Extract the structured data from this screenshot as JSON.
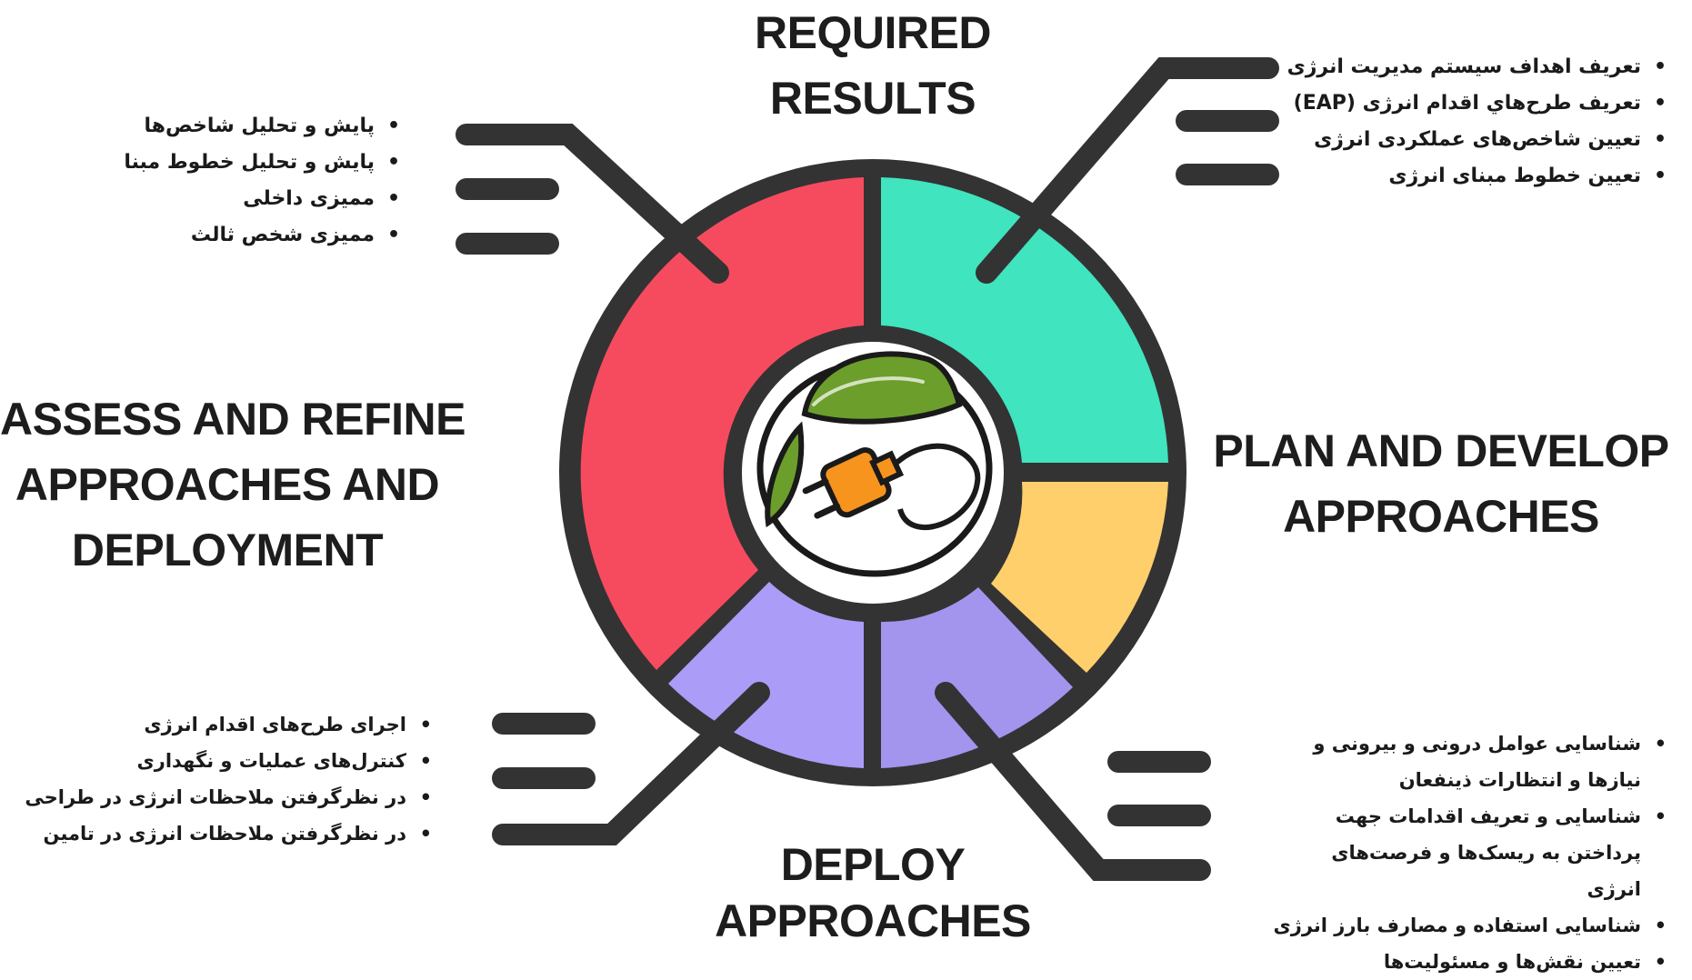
{
  "segments": {
    "required_results": {
      "title_lines": [
        "REQUIRED",
        "RESULTS"
      ],
      "color": "#40e4bf"
    },
    "plan_develop": {
      "title_lines": [
        "PLAN AND DEVELOP",
        "APPROACHES"
      ],
      "color": "#ffcf6b"
    },
    "deploy": {
      "title_lines": [
        "DEPLOY",
        "APPROACHES"
      ],
      "color_left": "#ab9cf8",
      "color_right": "#a394ee"
    },
    "assess_refine": {
      "title_lines": [
        "ASSESS AND REFINE",
        "APPROACHES AND",
        "DEPLOYMENT"
      ],
      "color": "#f64b5e"
    }
  },
  "outline_color": "#333333",
  "lists": {
    "top_right": [
      "تعریف اهداف سیستم مدیریت انرژی",
      "تعریف طرح‌هاي اقدام انرژی (EAP)",
      "تعیین شاخص‌های عملکردی انرژی",
      "تعیین خطوط مبنای انرژی"
    ],
    "top_left": [
      "پایش و تحلیل شاخص‌ها",
      "پایش و تحلیل خطوط مبنا",
      "ممیزی داخلی",
      "ممیزی شخص ثالث"
    ],
    "bottom_left": [
      "اجرای طرح‌های اقدام انرژی",
      "کنترل‌های عملیات و نگهداری",
      "در نظرگرفتن ملاحظات انرژی در طراحی",
      "در نظرگرفتن ملاحظات انرژی در تامین"
    ],
    "bottom_right": [
      "شناسایی عوامل درونی و بیرونی و نیازها و انتظارات ذینفعان",
      "شناسایی و تعریف اقدامات جهت پرداختن به ریسک‌ها و فرصت‌های انرژی",
      "شناسایی استفاده و مصارف بارز انرژی",
      "تعیین نقش‌ها و مسئولیت‌ها"
    ]
  },
  "icons": {
    "center": "leaf-plug-icon"
  }
}
